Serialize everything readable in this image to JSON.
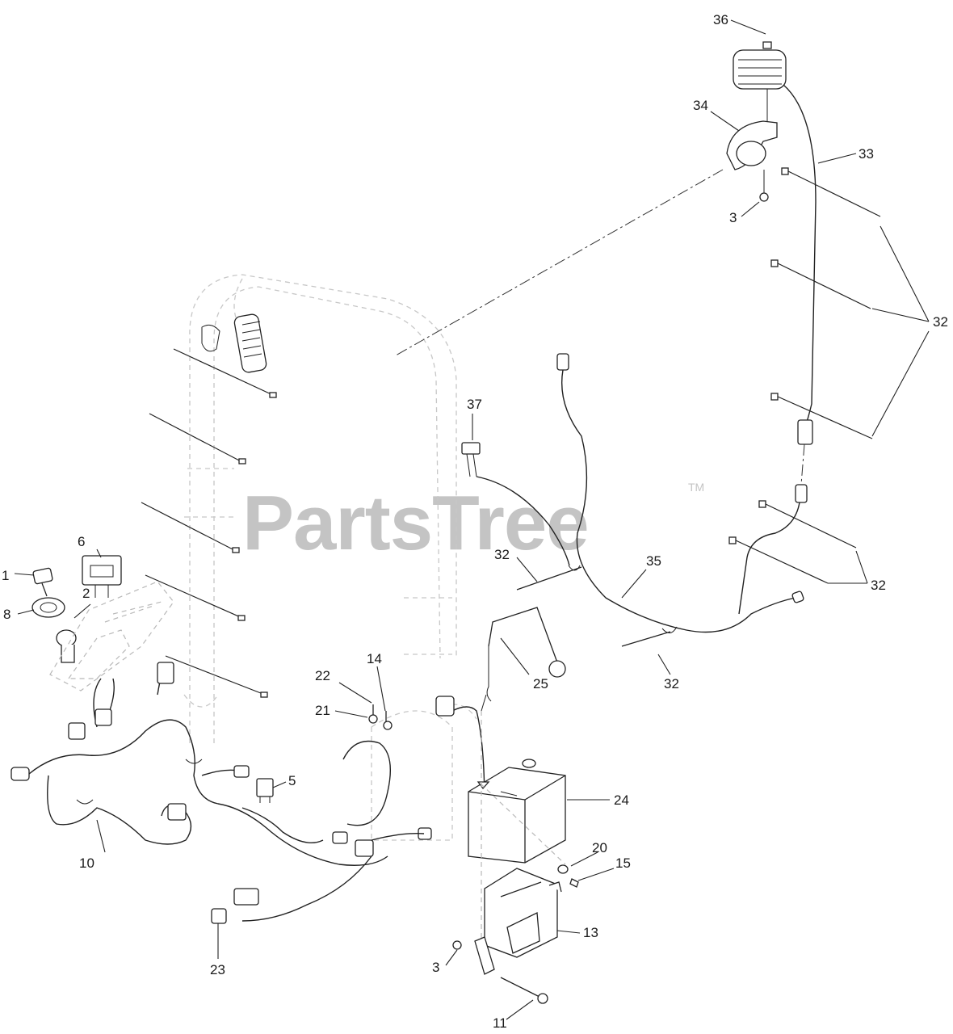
{
  "watermark": {
    "text": "PartsTree",
    "tm": "TM"
  },
  "callouts": [
    {
      "id": "c1",
      "label": "1"
    },
    {
      "id": "c2",
      "label": "2"
    },
    {
      "id": "c3a",
      "label": "3"
    },
    {
      "id": "c3b",
      "label": "3"
    },
    {
      "id": "c5",
      "label": "5"
    },
    {
      "id": "c6",
      "label": "6"
    },
    {
      "id": "c8",
      "label": "8"
    },
    {
      "id": "c10",
      "label": "10"
    },
    {
      "id": "c11",
      "label": "11"
    },
    {
      "id": "c13",
      "label": "13"
    },
    {
      "id": "c14",
      "label": "14"
    },
    {
      "id": "c15",
      "label": "15"
    },
    {
      "id": "c20",
      "label": "20"
    },
    {
      "id": "c21",
      "label": "21"
    },
    {
      "id": "c22",
      "label": "22"
    },
    {
      "id": "c23",
      "label": "23"
    },
    {
      "id": "c24",
      "label": "24"
    },
    {
      "id": "c25",
      "label": "25"
    },
    {
      "id": "c32a",
      "label": "32"
    },
    {
      "id": "c32b",
      "label": "32"
    },
    {
      "id": "c32c",
      "label": "32"
    },
    {
      "id": "c32d",
      "label": "32"
    },
    {
      "id": "c33",
      "label": "33"
    },
    {
      "id": "c34",
      "label": "34"
    },
    {
      "id": "c35",
      "label": "35"
    },
    {
      "id": "c36",
      "label": "36"
    },
    {
      "id": "c37",
      "label": "37"
    }
  ]
}
